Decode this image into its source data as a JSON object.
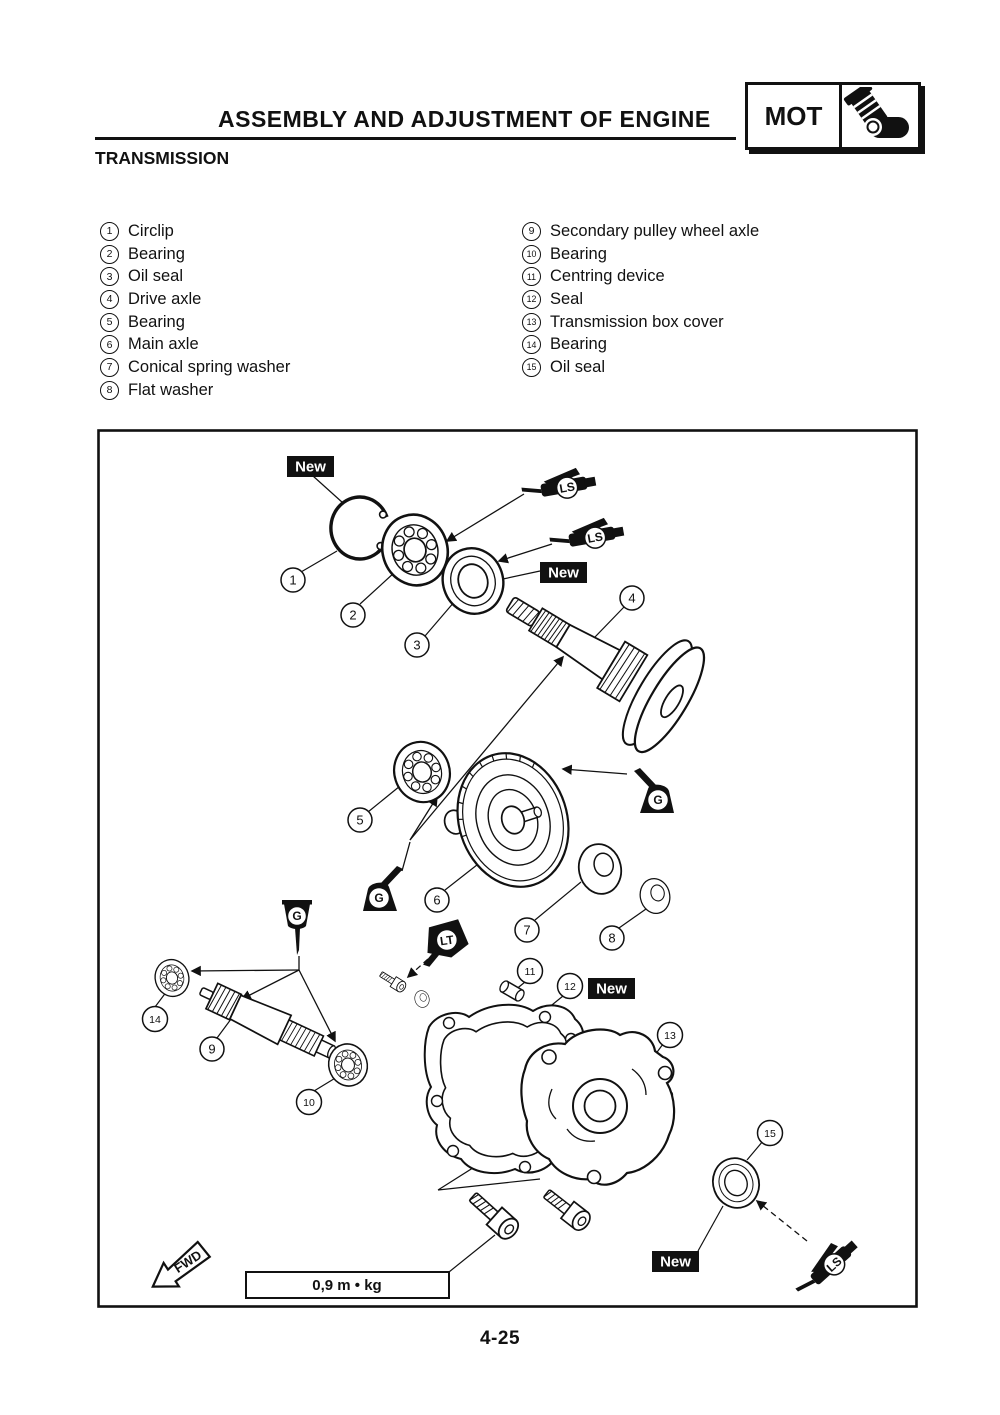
{
  "header": {
    "title": "ASSEMBLY AND ADJUSTMENT OF ENGINE",
    "badge_label": "MOT"
  },
  "section_title": "TRANSMISSION",
  "parts_list": {
    "left": [
      {
        "num": "1",
        "label": "Circlip"
      },
      {
        "num": "2",
        "label": "Bearing"
      },
      {
        "num": "3",
        "label": "Oil seal"
      },
      {
        "num": "4",
        "label": "Drive axle"
      },
      {
        "num": "5",
        "label": "Bearing"
      },
      {
        "num": "6",
        "label": "Main axle"
      },
      {
        "num": "7",
        "label": "Conical spring washer"
      },
      {
        "num": "8",
        "label": "Flat washer"
      }
    ],
    "right": [
      {
        "num": "9",
        "label": "Secondary pulley wheel axle"
      },
      {
        "num": "10",
        "label": "Bearing"
      },
      {
        "num": "11",
        "label": "Centring device"
      },
      {
        "num": "12",
        "label": "Seal"
      },
      {
        "num": "13",
        "label": "Transmission box cover"
      },
      {
        "num": "14",
        "label": "Bearing"
      },
      {
        "num": "15",
        "label": "Oil seal"
      }
    ]
  },
  "diagram": {
    "new_label": "New",
    "grease_ls": "LS",
    "grease_g": "G",
    "locktite_lt": "LT",
    "fwd_label": "FWD",
    "torque_label": "0,9 m • kg",
    "callouts": [
      "1",
      "2",
      "3",
      "4",
      "5",
      "6",
      "7",
      "8",
      "9",
      "10",
      "11",
      "12",
      "13",
      "14",
      "15"
    ]
  },
  "footer": {
    "page_number": "4-25"
  },
  "colors": {
    "ink": "#111111",
    "paper": "#ffffff"
  }
}
